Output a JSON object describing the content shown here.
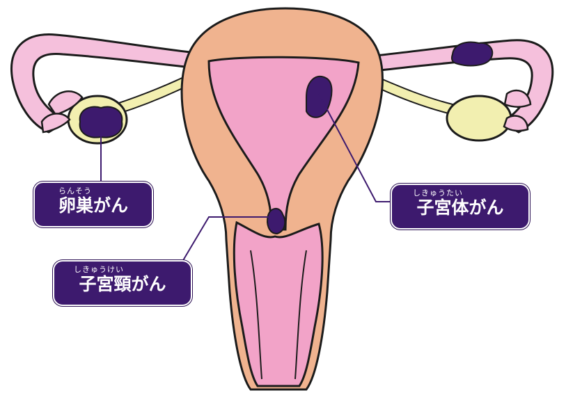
{
  "colors": {
    "outline": "#1b1b1b",
    "uterus_outer": "#f0b38f",
    "uterus_inner": "#f2a3c8",
    "tube": "#f5c0dc",
    "ovary": "#f2efb0",
    "tumor": "#3d1a6e",
    "label_bg": "#3d1a6e",
    "label_text": "#ffffff"
  },
  "labels": {
    "ovarian": {
      "ruby": "らんそう",
      "text": "卵巣がん"
    },
    "uterine": {
      "ruby": "しきゅうたい",
      "text": "子宮体がん"
    },
    "cervical": {
      "ruby": "しきゅうけい",
      "text": "子宮頸がん"
    }
  }
}
